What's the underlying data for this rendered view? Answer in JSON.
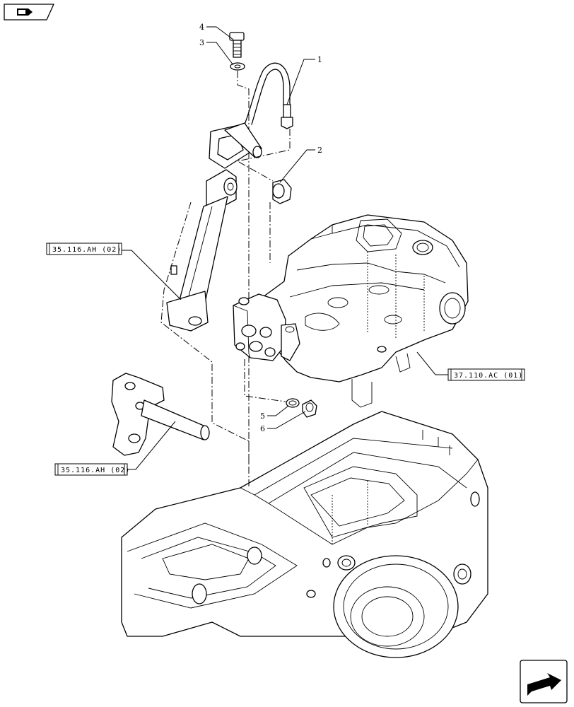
{
  "nav": {
    "top_icon": "book-arrow-icon",
    "bottom_icon": "next-page-arrow-icon"
  },
  "callouts": {
    "c1": "1",
    "c2": "2",
    "c3": "3",
    "c4": "4",
    "c5": "5",
    "c6": "6"
  },
  "references": {
    "ref_a": "35.116.AH (02)",
    "ref_b": "37.110.AC (01)",
    "ref_c": "35.116.AH (02)"
  }
}
